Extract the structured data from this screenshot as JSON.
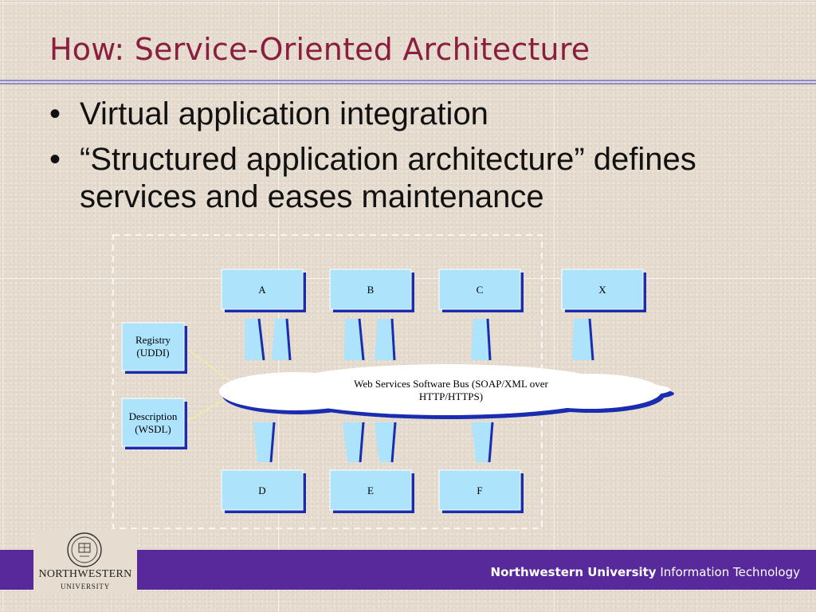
{
  "slide": {
    "title": "How: Service-Oriented Architecture",
    "bullets": [
      "Virtual application integration",
      "“Structured application architecture” defines services and eases maintenance"
    ],
    "bullet_glyph": "•"
  },
  "diagram": {
    "services_top": [
      "A",
      "B",
      "C",
      "X"
    ],
    "services_bottom": [
      "D",
      "E",
      "F"
    ],
    "registry": {
      "line1": "Registry",
      "line2": "(UDDI)"
    },
    "description": {
      "line1": "Description",
      "line2": "(WSDL)"
    },
    "bus": {
      "line1": "Web Services Software Bus (SOAP/XML over",
      "line2": "HTTP/HTTPS)"
    }
  },
  "footer": {
    "org_bold": "Northwestern University",
    "org_rest": "Information Technology",
    "logo_name": "NORTHWESTERN",
    "logo_sub": "UNIVERSITY"
  },
  "colors": {
    "title": "#8b1e3f",
    "box_fill": "#aee4fb",
    "box_shadow": "#1a2cb0",
    "footer_bar": "#57299a"
  }
}
